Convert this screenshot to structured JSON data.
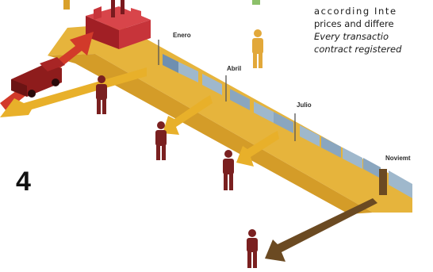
{
  "step_number": "4",
  "months": [
    "Enero",
    "Abril",
    "Julio",
    "Noviemt"
  ],
  "caption": {
    "line1": "according  Inte",
    "line2": "prices and differe",
    "line3": "Every  transactio",
    "line4": "contract registered"
  },
  "colors": {
    "conveyor": "#e6b43c",
    "arrow": "#e8b02a",
    "person": "#7a2020",
    "factory": "#b8282e",
    "truck": "#8e1c1c",
    "brown_arrow": "#6b4a22"
  }
}
